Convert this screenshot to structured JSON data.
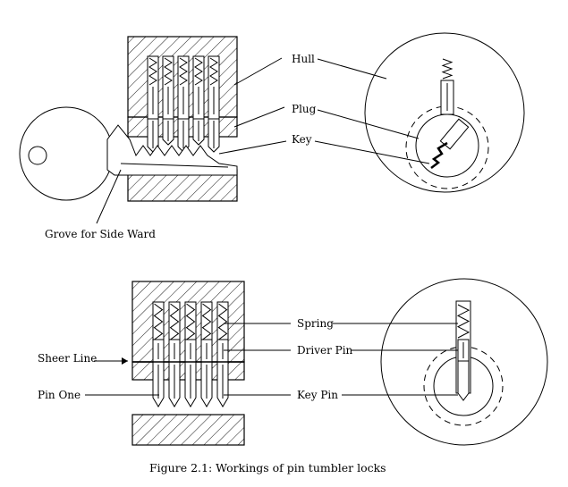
{
  "diagram": {
    "top_labels": {
      "hull": "Hull",
      "plug": "Plug",
      "key": "Key",
      "grove": "Grove for Side Ward"
    },
    "bottom_labels": {
      "spring": "Spring",
      "driver_pin": "Driver Pin",
      "sheer_line": "Sheer Line",
      "pin_one": "Pin One",
      "key_pin": "Key Pin"
    },
    "caption": "Figure 2.1: Workings of pin tumbler locks",
    "pin_count": 5
  }
}
